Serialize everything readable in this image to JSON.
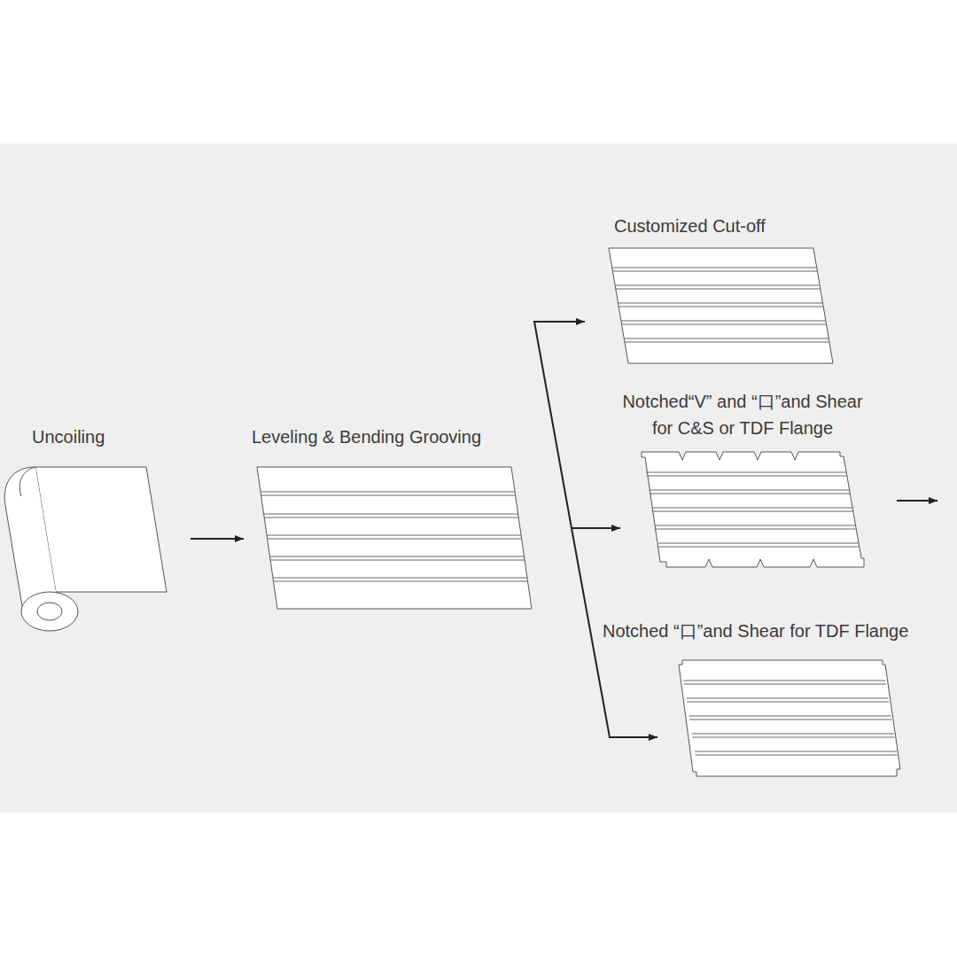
{
  "diagram": {
    "nodes": [
      {
        "text": [
          "Uncoiling"
        ]
      },
      {
        "text": [
          "Leveling & Bending Grooving"
        ]
      },
      {
        "text": [
          "Customized Cut-off"
        ]
      },
      {
        "text": [
          "Notched“V” and “口”and Shear for C&S or TDF Flange"
        ]
      },
      {
        "text": [
          "Notched “口”and Shear for TDF Flange"
        ]
      }
    ],
    "edges": [
      {
        "from": 0,
        "to": 1,
        "arrow": "to"
      },
      {
        "from": 1,
        "to": 2,
        "arrow": "to"
      },
      {
        "from": 1,
        "to": 3,
        "arrow": "to"
      },
      {
        "from": 1,
        "to": 4,
        "arrow": "to"
      }
    ]
  }
}
